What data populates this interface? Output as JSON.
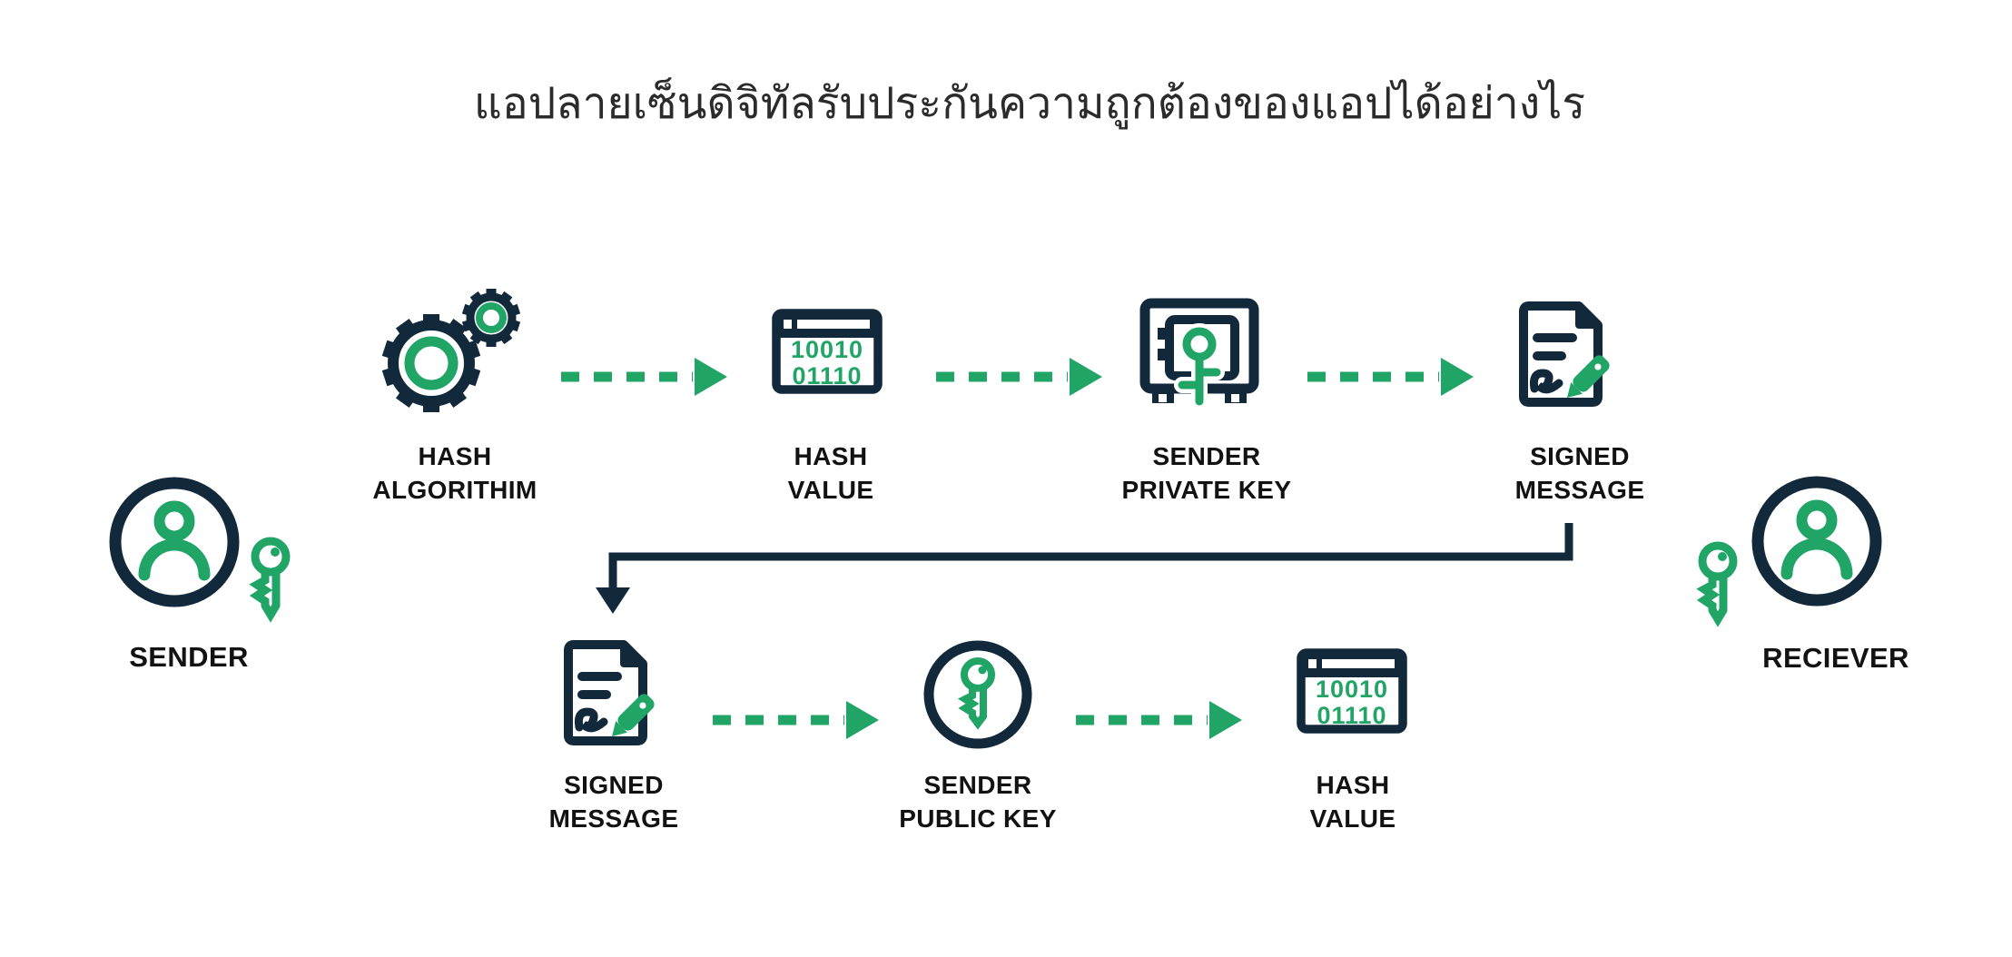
{
  "title": "แอปลายเซ็นดิจิทัลรับประกันความถูกต้องของแอปได้อย่างไร",
  "colors": {
    "navy": "#12293C",
    "green": "#21A566",
    "label_text": "#121212",
    "title_text": "#2b2b2b",
    "background": "#ffffff"
  },
  "sender": {
    "label": "SENDER",
    "icon": "person-in-circle-icon",
    "key_icon": "green-key-icon"
  },
  "receiver": {
    "label": "RECIEVER",
    "icon": "person-in-circle-icon",
    "key_icon": "green-key-icon"
  },
  "top_flow": [
    {
      "label1": "HASH",
      "label2": "ALGORITHIM",
      "icon": "gears-icon"
    },
    {
      "label1": "HASH",
      "label2": "VALUE",
      "icon": "binary-window-icon",
      "binary1": "10010",
      "binary2": "01110"
    },
    {
      "label1": "SENDER",
      "label2": "PRIVATE KEY",
      "icon": "safe-with-key-icon"
    },
    {
      "label1": "SIGNED",
      "label2": "MESSAGE",
      "icon": "document-pencil-icon"
    }
  ],
  "bottom_flow": [
    {
      "label1": "SIGNED",
      "label2": "MESSAGE",
      "icon": "document-pencil-icon"
    },
    {
      "label1": "SENDER",
      "label2": "PUBLIC KEY",
      "icon": "key-in-circle-icon"
    },
    {
      "label1": "HASH",
      "label2": "VALUE",
      "icon": "binary-window-icon",
      "binary1": "10010",
      "binary2": "01110"
    }
  ],
  "connectors": {
    "dashed_arrow_count": 5,
    "dashed_arrow_color": "#21A566",
    "elbow_arrow_color": "#12293C",
    "elbow_path": "top signed message down-left to bottom signed message"
  }
}
